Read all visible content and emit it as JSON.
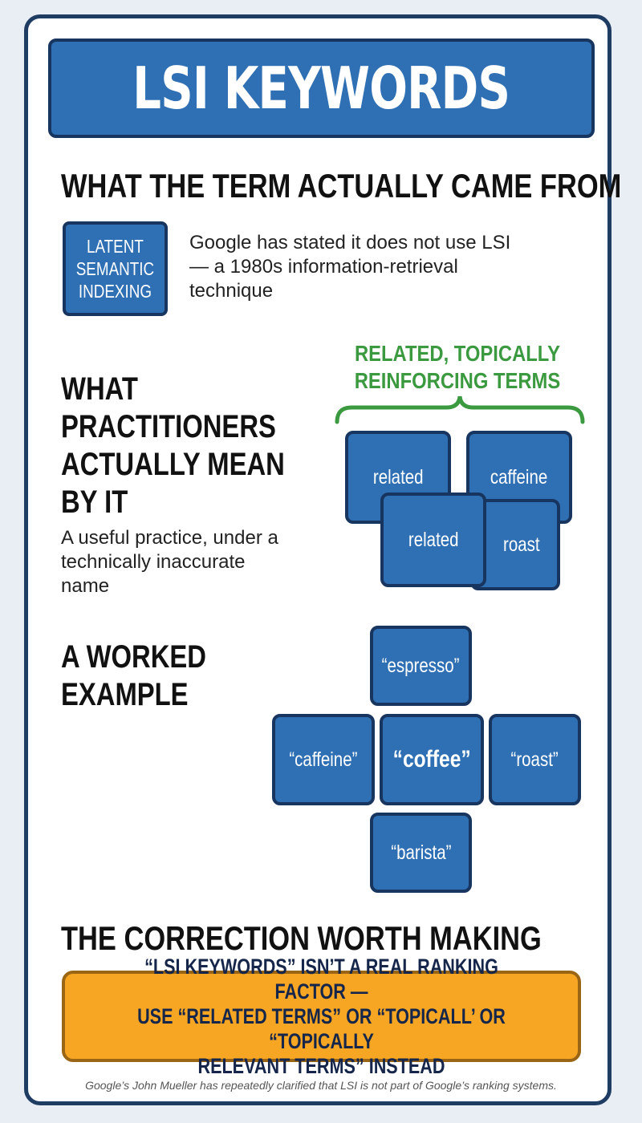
{
  "title": "LSI KEYWORDS",
  "section1": {
    "heading": "WHAT THE TERM ACTUALLY CAME FROM",
    "box_label": "LATENT\nSEMANTIC\nINDEXING",
    "text": "Google has stated it does not use LSI\n— a 1980s information-retrieval\ntechnique"
  },
  "section2": {
    "heading": "WHAT\nPRACTITIONERS\nACTUALLY MEAN\nBY IT",
    "text": "A useful practice, under a\ntechnically inaccurate\nname",
    "related_label": "RELATED, TOPICALLY\nREINFORCING TERMS",
    "tiles": [
      "related",
      "caffeine",
      "roast",
      "related"
    ]
  },
  "section3": {
    "heading": "A WORKED\nEXAMPLE",
    "center": "“coffee”",
    "top": "“espresso”",
    "left": "“caffeine”",
    "right": "“roast”",
    "bottom": "“barista”"
  },
  "section4": {
    "heading": "THE CORRECTION WORTH MAKING",
    "callout": "“LSI KEYWORDS” ISN’T A REAL RANKING FACTOR —\nUSE “RELATED TERMS” OR “TOPICALL’ OR “TOPICALLY\nRELEVANT TERMS” INSTEAD"
  },
  "footnote": "Google’s John Mueller has repeatedly clarified that LSI is not part of Google’s ranking systems.",
  "colors": {
    "brand_blue": "#2f6fb3",
    "dark_navy": "#17355e",
    "accent_green": "#3b9a3f",
    "callout_orange": "#f6a623"
  }
}
